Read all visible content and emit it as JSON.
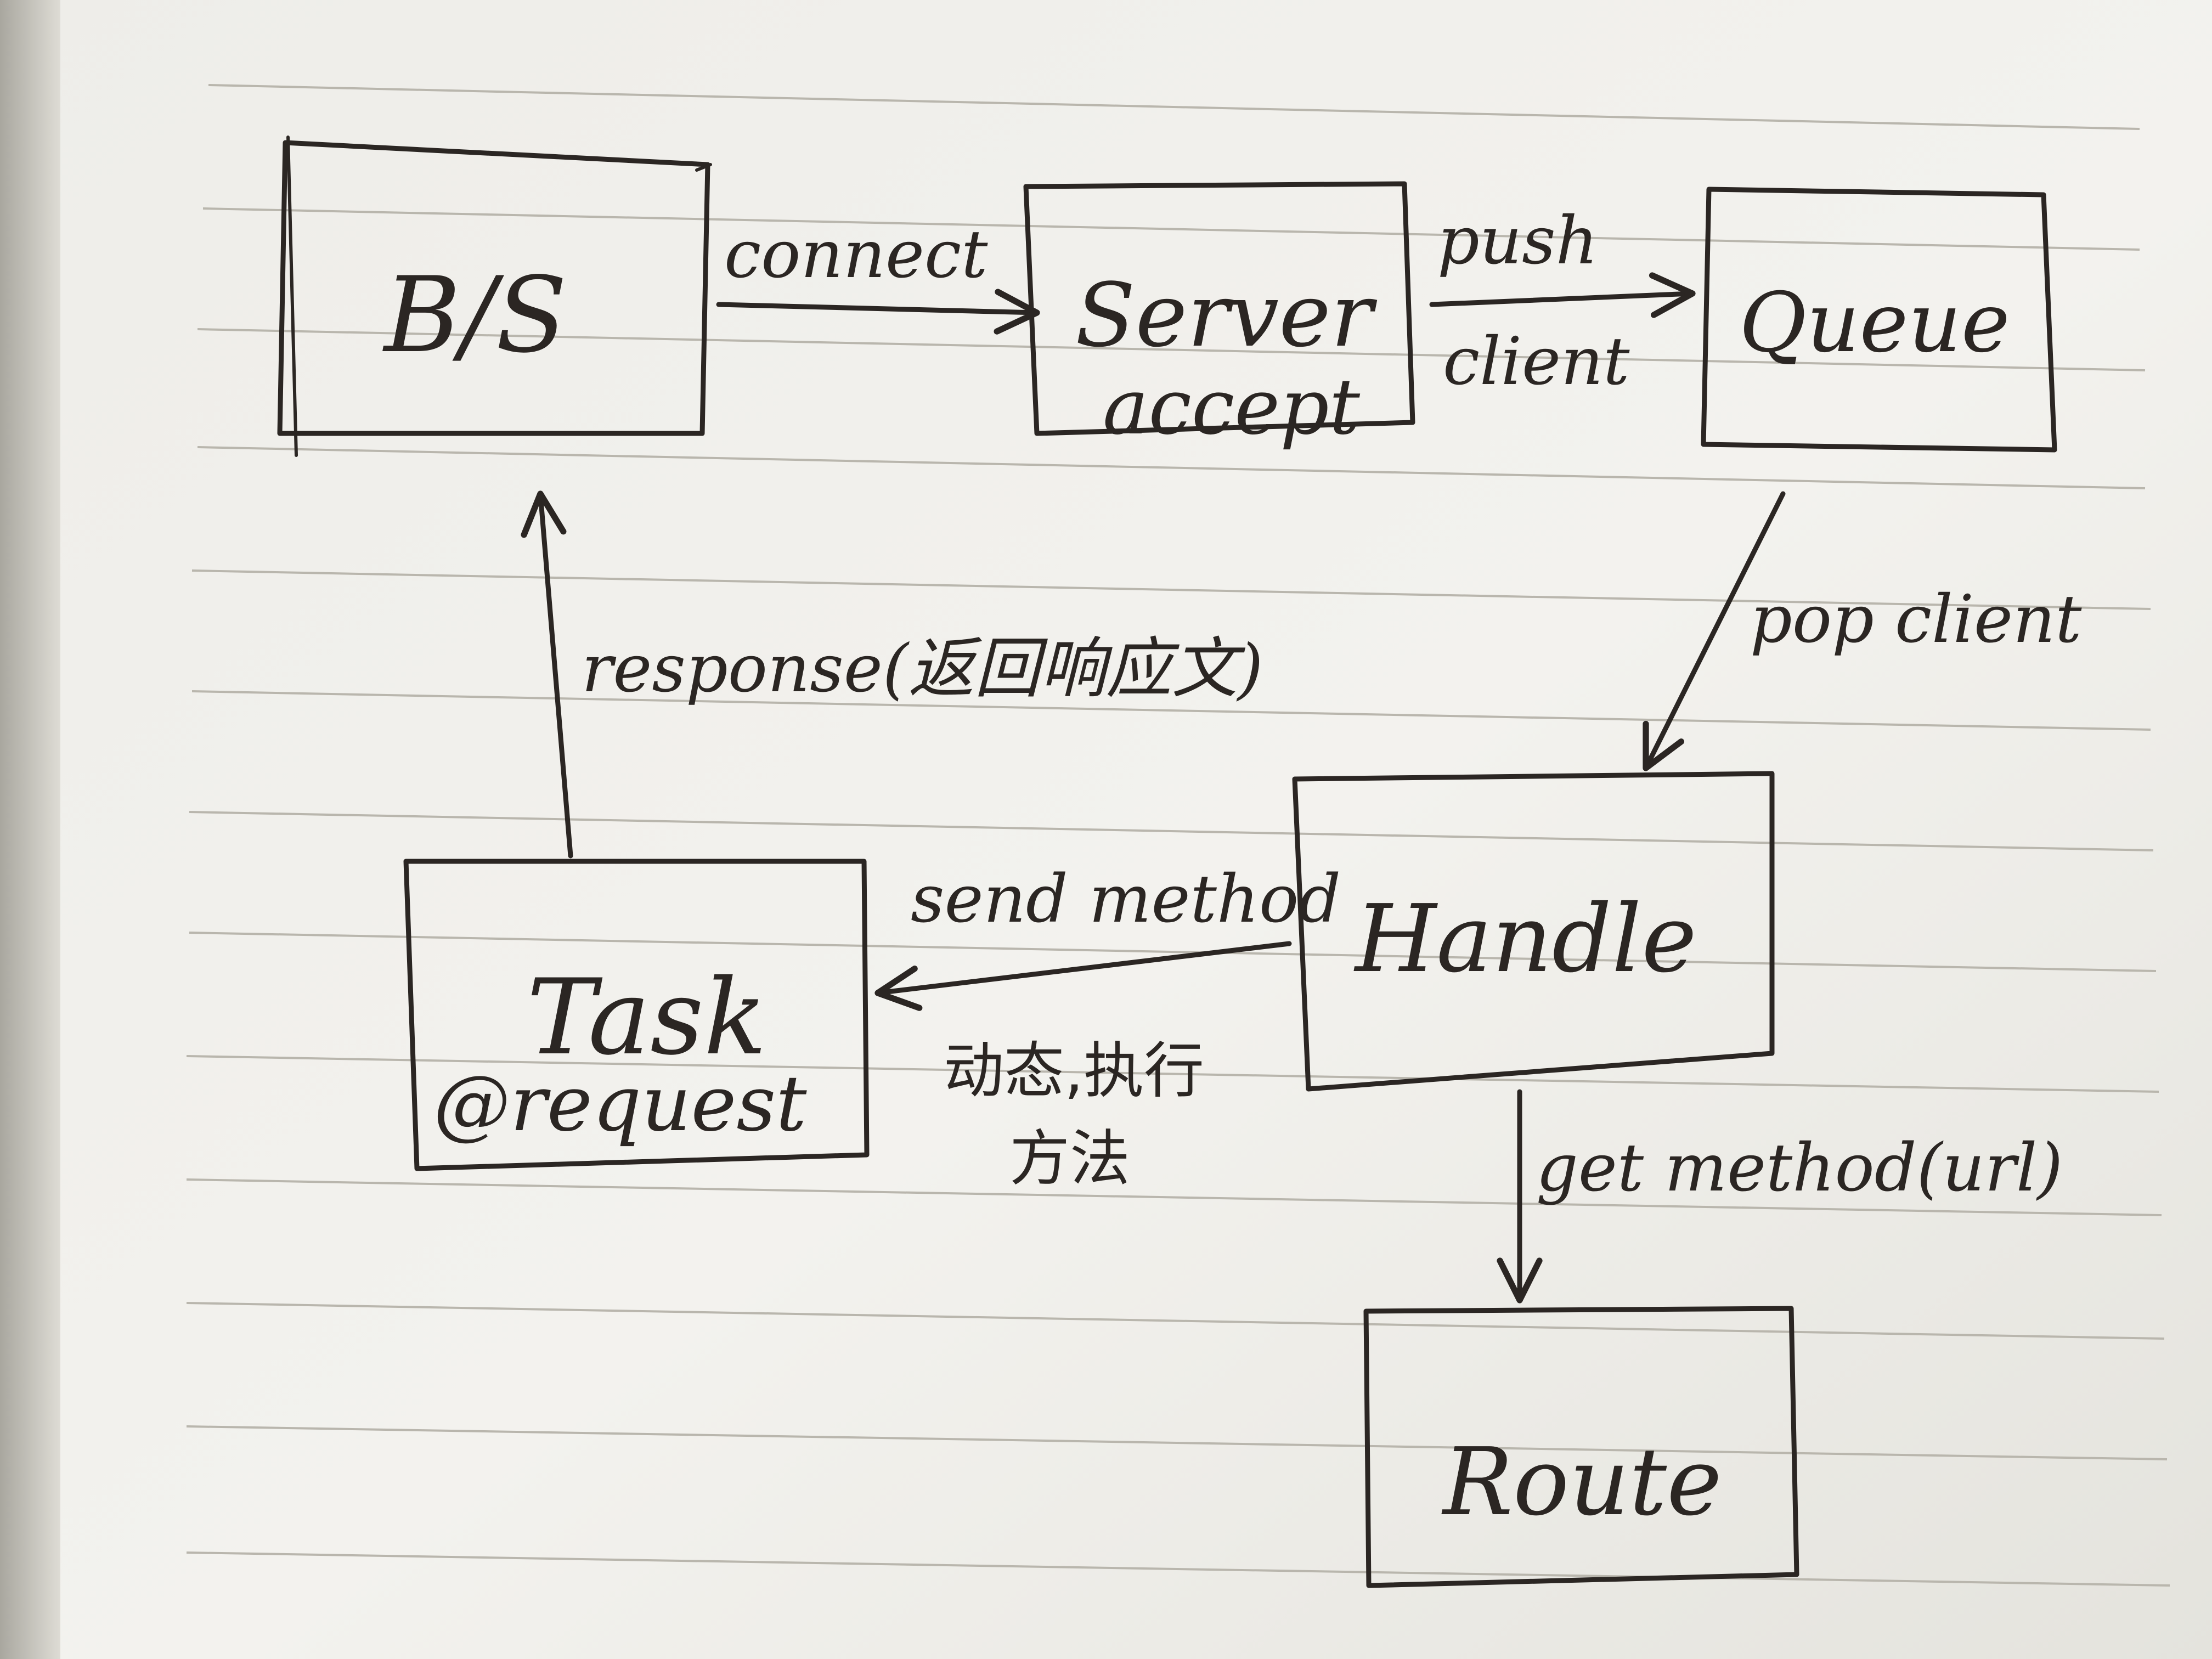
{
  "diagram": {
    "nodes": [
      {
        "id": "bs",
        "label": "B/S"
      },
      {
        "id": "server",
        "label": "Server",
        "sublabel": "accept"
      },
      {
        "id": "queue",
        "label": "Queue"
      },
      {
        "id": "handle",
        "label": "Handle"
      },
      {
        "id": "task",
        "label": "Task",
        "sublabel": "@request"
      },
      {
        "id": "route",
        "label": "Route"
      }
    ],
    "edges": [
      {
        "from": "bs",
        "to": "server",
        "label": "connect"
      },
      {
        "from": "server",
        "to": "queue",
        "label": "push",
        "label2": "client"
      },
      {
        "from": "queue",
        "to": "handle",
        "label": "pop client"
      },
      {
        "from": "handle",
        "to": "route",
        "label": "get method(url)"
      },
      {
        "from": "handle",
        "to": "task",
        "label": "send method",
        "label2": "动态,执行",
        "label3": "方法"
      },
      {
        "from": "task",
        "to": "bs",
        "label": "response(返回响应文)"
      }
    ]
  }
}
